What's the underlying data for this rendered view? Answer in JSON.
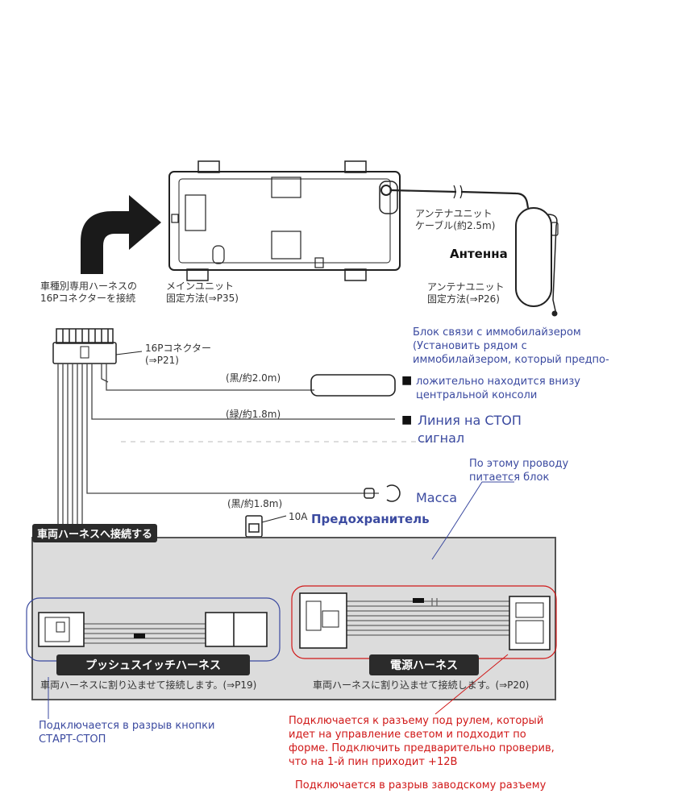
{
  "main_unit": {
    "connect_label": "車種別専用ハーネスの\n16Pコネクターを接続",
    "fix_label": "メインユニット\n固定方法(⇒P35)"
  },
  "antenna": {
    "cable_label": "アンテナユニット\nケーブル(約2.5m)",
    "fix_label": "アンテナユニット\n固定方法(⇒P26)",
    "ru_label": "Антенна"
  },
  "connector16p": {
    "label": "16Pコネクター\n(⇒P21)"
  },
  "wires": {
    "black_2m": "(黒/約2.0m)",
    "green_18m": "(緑/約1.8m)",
    "black_18m": "(黒/約1.8m)",
    "fuse_value": "10A"
  },
  "annotations_ru": {
    "immobilizer": "Блок связи с иммобилайзером\n(Установить рядом с\nиммобилайзером, который предпо-",
    "immobilizer_cont": "ложительно находится внизу\nцентральной консоли",
    "stop_line": "Линия на СТОП\nсигнал",
    "power_feed": "По этому проводу\nпитается блок",
    "ground": "Масса",
    "fuse": "Предохранитель",
    "start_stop": "Подключается в разрыв кнопки\nСТАРТ-СТОП",
    "steering_connector": "Подключается к разъему под рулем, который\nидет на управление светом и подходит по\nформе. Подключить предварительно проверив,\nчто на 1-й пин приходит +12В",
    "factory_connector": "Подключается в разрыв заводскому разъему"
  },
  "bullet": "■",
  "vehicle_panel": {
    "title": "車両ハーネスへ接続する",
    "push_switch_harness": "プッシュスイッチハーネス",
    "push_switch_note": "車両ハーネスに割り込ませて接続します。(⇒P19)",
    "power_harness": "電源ハーネス",
    "power_note": "車両ハーネスに割り込ませて接続します。(⇒P20)"
  },
  "colors": {
    "panel_bg": "#dcdcdc",
    "highlight_blue": "#3b4aa0",
    "highlight_red": "#d01818",
    "tag_bg": "#2b2b2b"
  }
}
